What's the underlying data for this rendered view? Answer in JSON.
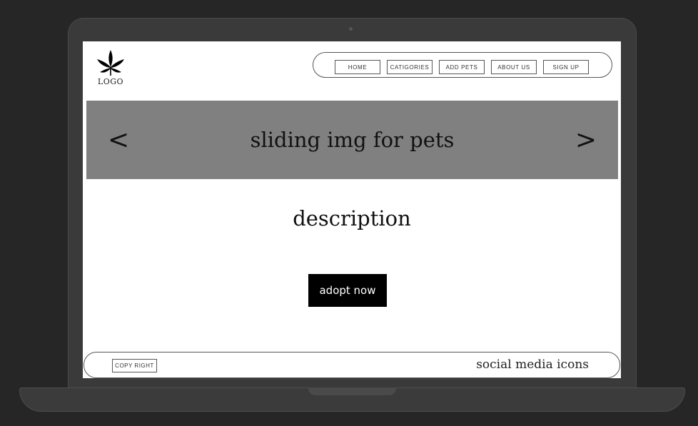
{
  "logo": {
    "label": "LOGO",
    "icon": "leaf-icon"
  },
  "nav": {
    "items": [
      {
        "label": "HOME"
      },
      {
        "label": "CATIGORIES"
      },
      {
        "label": "ADD PETS"
      },
      {
        "label": "ABOUT US"
      },
      {
        "label": "SIGN UP"
      }
    ]
  },
  "hero": {
    "title": "sliding img for pets",
    "prev_symbol": "<",
    "next_symbol": ">",
    "background": "#808080"
  },
  "main": {
    "description": "description",
    "cta_label": "adopt now"
  },
  "footer": {
    "copyright": "COPY RIGHT",
    "social": "social media icons"
  }
}
